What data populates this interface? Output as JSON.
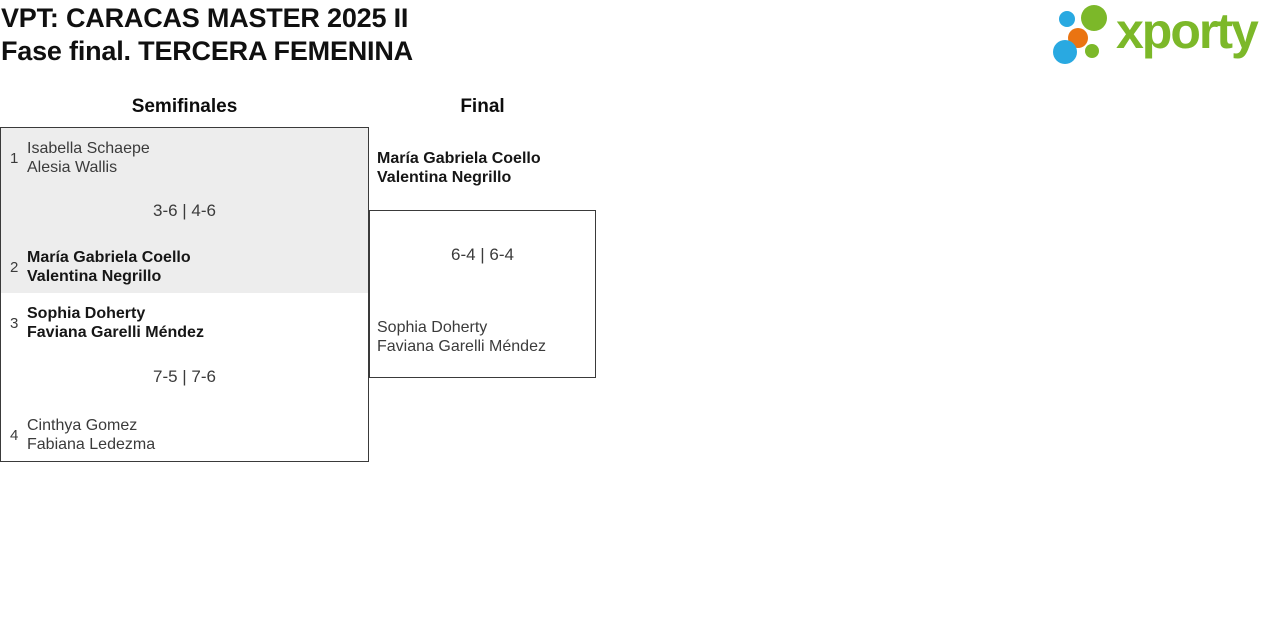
{
  "header": {
    "title": "VPT: CARACAS MASTER 2025 II",
    "subtitle": "Fase final. TERCERA FEMENINA"
  },
  "logo": {
    "text": "xporty",
    "colors": {
      "green": "#7cb829",
      "blue": "#29a9e1",
      "orange": "#ea7412"
    }
  },
  "bracket": {
    "rounds": [
      {
        "label": "Semifinales"
      },
      {
        "label": "Final"
      }
    ],
    "semifinals": [
      {
        "score": "3-6 | 4-6",
        "team1": {
          "seed": "1",
          "players": [
            "Isabella Schaepe",
            "Alesia Wallis"
          ],
          "winner": false
        },
        "team2": {
          "seed": "2",
          "players": [
            "María Gabriela Coello",
            "Valentina Negrillo"
          ],
          "winner": true
        }
      },
      {
        "score": "7-5 | 7-6",
        "team1": {
          "seed": "3",
          "players": [
            "Sophia Doherty",
            "Faviana Garelli Méndez"
          ],
          "winner": true
        },
        "team2": {
          "seed": "4",
          "players": [
            "Cinthya Gomez",
            "Fabiana Ledezma"
          ],
          "winner": false
        }
      }
    ],
    "final": {
      "score": "6-4 | 6-4",
      "team1": {
        "players": [
          "María Gabriela Coello",
          "Valentina Negrillo"
        ],
        "winner": true
      },
      "team2": {
        "players": [
          "Sophia Doherty",
          "Faviana Garelli Méndez"
        ],
        "winner": false
      }
    }
  },
  "colors": {
    "highlight_match_bg": "#ededed",
    "box_border": "#3a3a3a",
    "text_primary": "#161616",
    "text_secondary": "#3b3b3b"
  }
}
